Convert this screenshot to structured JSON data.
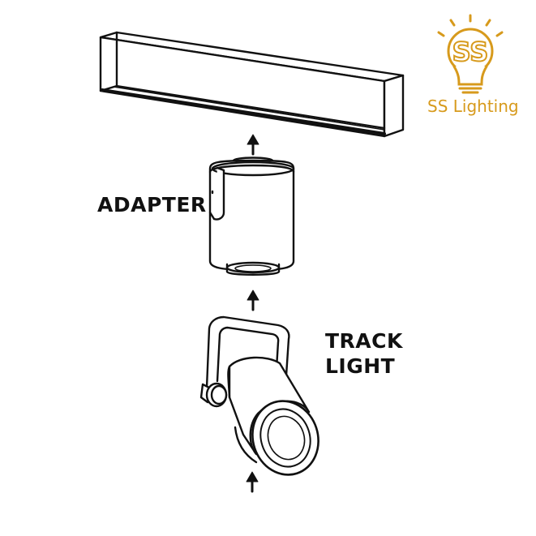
{
  "labels": {
    "adapter": "ADAPTER",
    "track_light_line1": "TRACK",
    "track_light_line2": "LIGHT"
  },
  "brand": {
    "name": "SS Lighting",
    "logo_text": "SS",
    "color": "#d79a1c"
  },
  "icons": {
    "arrows": "up-arrow-icon",
    "logo": "light-bulb-icon"
  },
  "colors": {
    "line": "#111111",
    "fill": "#ffffff"
  }
}
